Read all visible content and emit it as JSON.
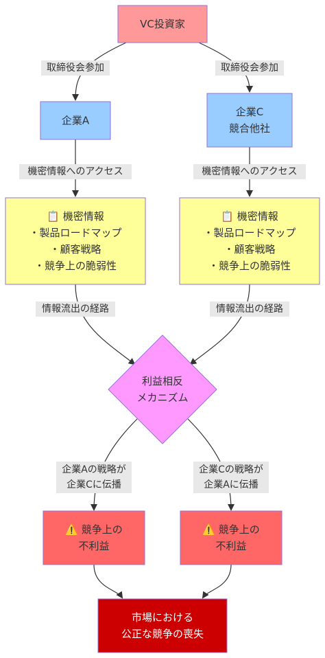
{
  "colors": {
    "vc": "#ff9999",
    "company": "#99ccff",
    "info": "#ffff99",
    "mechanism": "#ff99ff",
    "disadvantage": "#ff6666",
    "loss": "#cc0000",
    "edge_label_bg": "#e8e8e8",
    "text": "#333333"
  },
  "nodes": {
    "vc": {
      "lines": [
        "VC投資家"
      ]
    },
    "company_a": {
      "lines": [
        "企業A"
      ]
    },
    "company_c": {
      "lines": [
        "企業C",
        "競合他社"
      ]
    },
    "info_a": {
      "icon": "clipboard-icon",
      "lines": [
        "📋 機密情報",
        "・製品ロードマップ",
        "・顧客戦略",
        "・競争上の脆弱性"
      ]
    },
    "info_c": {
      "icon": "clipboard-icon",
      "lines": [
        "📋 機密情報",
        "・製品ロードマップ",
        "・顧客戦略",
        "・競争上の脆弱性"
      ]
    },
    "mechanism": {
      "lines": [
        "利益相反",
        "メカニズム"
      ]
    },
    "disadv_a": {
      "icon": "warning-icon",
      "lines": [
        "⚠️ 競争上の",
        "不利益"
      ]
    },
    "disadv_c": {
      "icon": "warning-icon",
      "lines": [
        "⚠️ 競争上の",
        "不利益"
      ]
    },
    "loss": {
      "lines": [
        "市場における",
        "公正な競争の喪失"
      ]
    }
  },
  "edges": [
    {
      "from": "vc",
      "to": "company_a",
      "label": [
        "取締役会参加"
      ]
    },
    {
      "from": "vc",
      "to": "company_c",
      "label": [
        "取締役会参加"
      ]
    },
    {
      "from": "company_a",
      "to": "info_a",
      "label": [
        "機密情報へのアクセス"
      ]
    },
    {
      "from": "company_c",
      "to": "info_c",
      "label": [
        "機密情報へのアクセス"
      ]
    },
    {
      "from": "info_a",
      "to": "mechanism",
      "label": [
        "情報流出の経路"
      ]
    },
    {
      "from": "info_c",
      "to": "mechanism",
      "label": [
        "情報流出の経路"
      ]
    },
    {
      "from": "mechanism",
      "to": "disadv_a",
      "label": [
        "企業Aの戦略が",
        "企業Cに伝播"
      ]
    },
    {
      "from": "mechanism",
      "to": "disadv_c",
      "label": [
        "企業Cの戦略が",
        "企業Aに伝播"
      ]
    },
    {
      "from": "disadv_a",
      "to": "loss",
      "label": []
    },
    {
      "from": "disadv_c",
      "to": "loss",
      "label": []
    }
  ]
}
